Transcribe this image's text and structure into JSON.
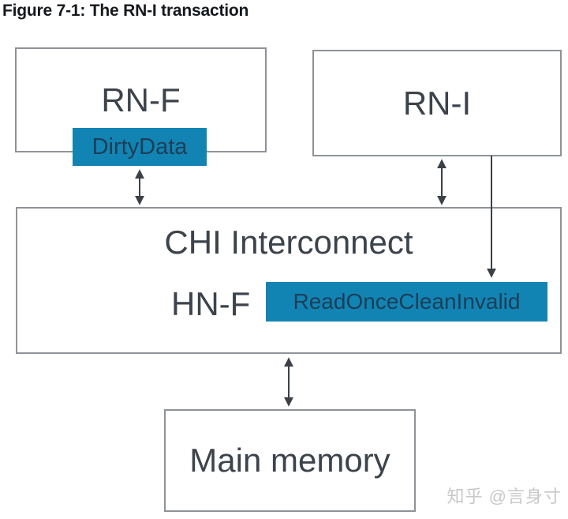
{
  "figure": {
    "title": "Figure 7-1: The RN-I transaction"
  },
  "nodes": {
    "rn_f": {
      "label": "RN-F"
    },
    "rn_i": {
      "label": "RN-I"
    },
    "chi_interconnect": {
      "label": "CHI Interconnect"
    },
    "hn_f": {
      "label": "HN-F"
    },
    "main_memory": {
      "label": "Main memory"
    }
  },
  "transactions": {
    "dirty_data": {
      "label": "DirtyData"
    },
    "read_once_clean_invalid": {
      "label": "ReadOnceCleanInvalid"
    }
  },
  "connections": [
    {
      "from": "rn_f",
      "to": "chi_interconnect",
      "style": "bidirectional"
    },
    {
      "from": "rn_i",
      "to": "chi_interconnect",
      "style": "bidirectional"
    },
    {
      "from": "rn_i",
      "to": "read_once_clean_invalid",
      "style": "unidirectional-down"
    },
    {
      "from": "chi_interconnect",
      "to": "main_memory",
      "style": "bidirectional"
    }
  ],
  "colors": {
    "background": "#ffffff",
    "box_border": "#8f9397",
    "box_text": "#3d434b",
    "highlight_teal": "#1184b4",
    "highlight_text": "#1d3e57",
    "arrow": "#3b4147",
    "title_text": "#15191d",
    "watermark_text": "#c8c8c8"
  },
  "watermark": {
    "text": "知乎 @言身寸"
  }
}
